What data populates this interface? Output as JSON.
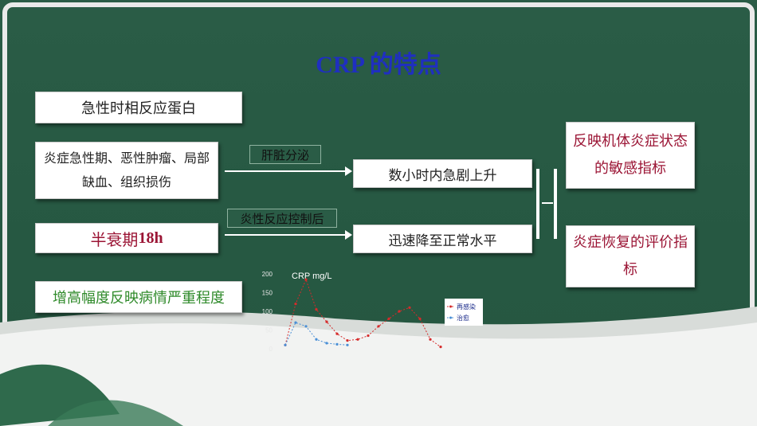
{
  "title": "CRP 的特点",
  "boxes": {
    "acute_phase": "急性时相反应蛋白",
    "causes": "炎症急性期、恶性肿瘤、局部缺血、组织损伤",
    "half_life_prefix": "半衰期 ",
    "half_life_value": "18h",
    "amplitude": "增高幅度反映病情严重程度",
    "rise": "数小时内急剧上升",
    "fall": "迅速降至正常水平",
    "reflects": "反映机体炎症状态的敏感指标",
    "recovery": "炎症恢复的评价指标"
  },
  "labels": {
    "liver": "肝脏分泌",
    "controlled": "炎性反应控制后"
  },
  "colors": {
    "title": "#1f2fc0",
    "half_life": "#9b1535",
    "amplitude": "#2f8a2a",
    "right_boxes": "#9b1535",
    "reinfection": "#d62b2b",
    "cured": "#4a8fd6"
  },
  "chart_data": {
    "type": "line",
    "title": "CRP mg/L",
    "ylim": [
      0,
      200
    ],
    "yticks": [
      0,
      50,
      100,
      150,
      200
    ],
    "x": [
      1,
      2,
      3,
      4,
      5,
      6,
      7,
      8,
      9,
      10,
      11,
      12,
      13,
      14,
      15,
      16
    ],
    "series": [
      {
        "name": "再感染",
        "color": "#d62b2b",
        "values": [
          10,
          120,
          185,
          105,
          72,
          40,
          22,
          25,
          35,
          60,
          80,
          100,
          110,
          80,
          25,
          5
        ]
      },
      {
        "name": "治愈",
        "color": "#4a8fd6",
        "values": [
          10,
          70,
          60,
          25,
          15,
          12,
          10,
          null,
          null,
          null,
          null,
          null,
          null,
          null,
          null,
          null
        ]
      }
    ]
  }
}
